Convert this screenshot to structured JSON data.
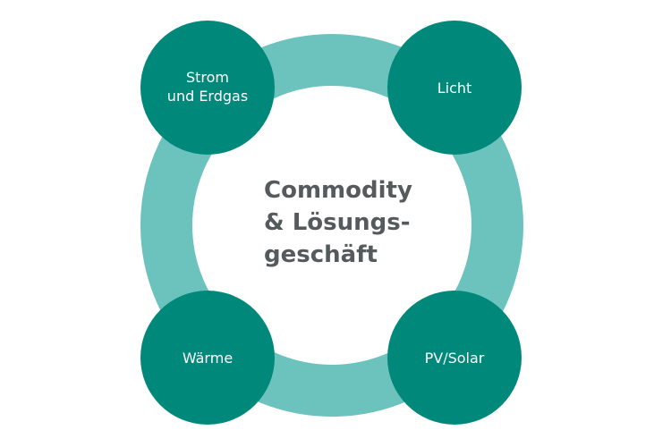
{
  "diagram": {
    "center_text": {
      "line1": "Commodity",
      "line2": "& Lösungs-",
      "line3": "geschäft"
    },
    "nodes": {
      "top_left": {
        "line1": "Strom",
        "line2": "und Erdgas"
      },
      "top_right": {
        "label": "Licht"
      },
      "bottom_left": {
        "label": "Wärme"
      },
      "bottom_right": {
        "label": "PV/Solar"
      }
    },
    "colors": {
      "ring": "#6cc3bd",
      "node_fill": "#00897b",
      "node_text": "#ffffff",
      "center_text": "#555a5c"
    }
  }
}
